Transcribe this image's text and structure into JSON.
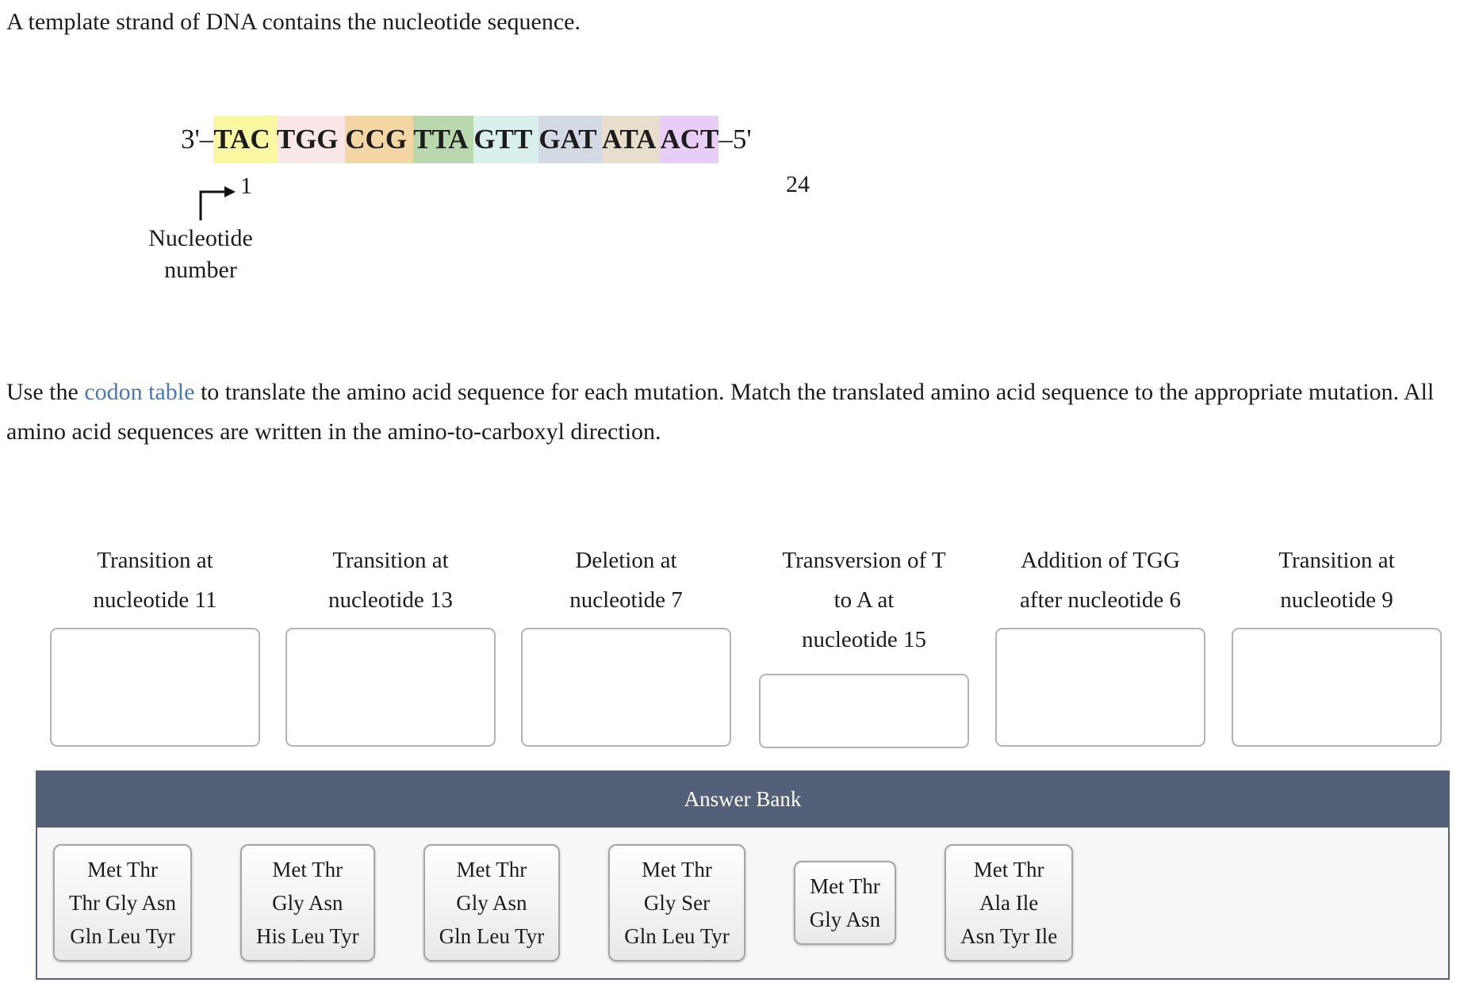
{
  "title": "A template strand of DNA contains the nucleotide sequence.",
  "sequence": {
    "prefix": "3'–",
    "suffix": "–5'",
    "codons": [
      {
        "text": "TAC ",
        "color": "#faf7a3"
      },
      {
        "text": "TGG ",
        "color": "#f8e7e6"
      },
      {
        "text": "CCG ",
        "color": "#f3d6a4"
      },
      {
        "text": "TTA ",
        "color": "#bad8ae"
      },
      {
        "text": "GTT ",
        "color": "#d9f0ec"
      },
      {
        "text": "GAT ",
        "color": "#d4dae4"
      },
      {
        "text": "ATA ",
        "color": "#e7dfcb"
      },
      {
        "text": "ACT",
        "color": "#e8cdf6"
      }
    ],
    "start_number": "1",
    "end_number": "24",
    "annotation": [
      "Nucleotide",
      "number"
    ]
  },
  "instructions": {
    "pre_link": "Use the ",
    "link": "codon table",
    "post_link": " to translate the amino acid sequence for each mutation. Match the translated amino acid sequence to the appropriate mutation. All amino acid sequences are written in the amino-to-carboxyl direction.",
    "link_color": "#4977be"
  },
  "targets": [
    {
      "label": [
        "Transition at",
        "nucleotide 11"
      ]
    },
    {
      "label": [
        "Transition at",
        "nucleotide 13"
      ]
    },
    {
      "label": [
        "Deletion at",
        "nucleotide 7"
      ]
    },
    {
      "label": [
        "Transversion of T",
        "to A at",
        "nucleotide 15"
      ]
    },
    {
      "label": [
        "Addition of TGG",
        "after nucleotide 6"
      ]
    },
    {
      "label": [
        "Transition at",
        "nucleotide 9"
      ]
    }
  ],
  "answer_bank": {
    "header": "Answer Bank",
    "header_color": "#536078",
    "items": [
      [
        "Met Thr",
        "Thr Gly Asn",
        "Gln Leu Tyr"
      ],
      [
        "Met Thr",
        "Gly Asn",
        "His Leu Tyr"
      ],
      [
        "Met Thr",
        "Gly Asn",
        "Gln Leu Tyr"
      ],
      [
        "Met Thr",
        "Gly Ser",
        "Gln Leu Tyr"
      ],
      [
        "Met Thr",
        "Gly Asn"
      ],
      [
        "Met Thr",
        "Ala Ile",
        "Asn Tyr Ile"
      ]
    ]
  }
}
